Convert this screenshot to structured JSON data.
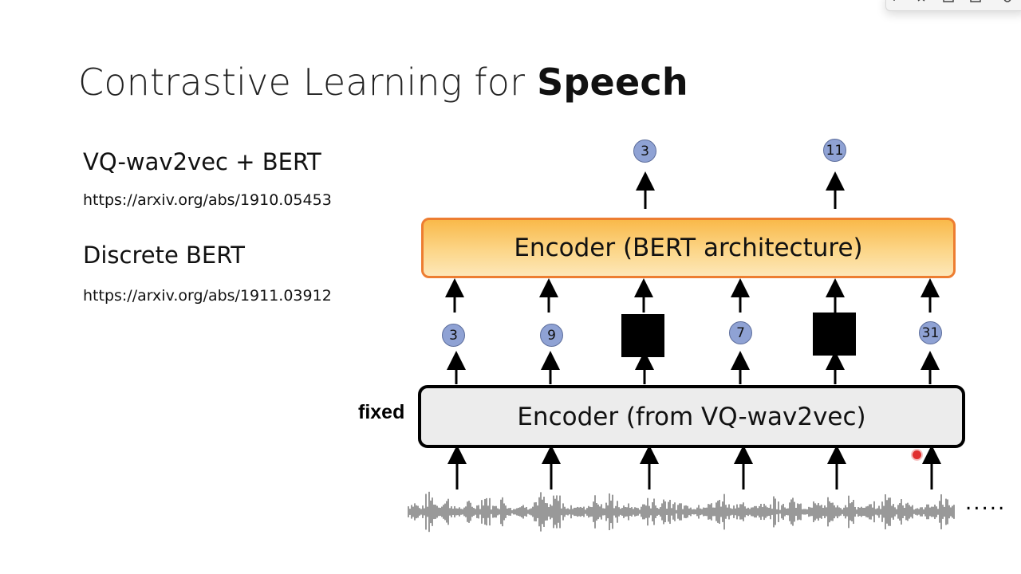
{
  "slide": {
    "title_regular": "Contrastive Learning for ",
    "title_bold": "Speech"
  },
  "references": [
    {
      "title": "VQ-wav2vec + BERT",
      "link": "https://arxiv.org/abs/1910.05453"
    },
    {
      "title": "Discrete BERT",
      "link": "https://arxiv.org/abs/1911.03912"
    }
  ],
  "diagram": {
    "bert_encoder_label": "Encoder (BERT architecture)",
    "vq_encoder_label": "Encoder (from VQ-wav2vec)",
    "fixed_label": "fixed",
    "output_tokens": [
      "3",
      "11"
    ],
    "input_tokens": [
      "3",
      "9",
      "[MASK]",
      "7",
      "[MASK]",
      "31"
    ],
    "continuation": "....."
  },
  "colors": {
    "token_fill": "#8fa2d4",
    "bert_border": "#ed7d31",
    "bert_fill": "#fcd689",
    "vq_fill": "#ececec"
  }
}
